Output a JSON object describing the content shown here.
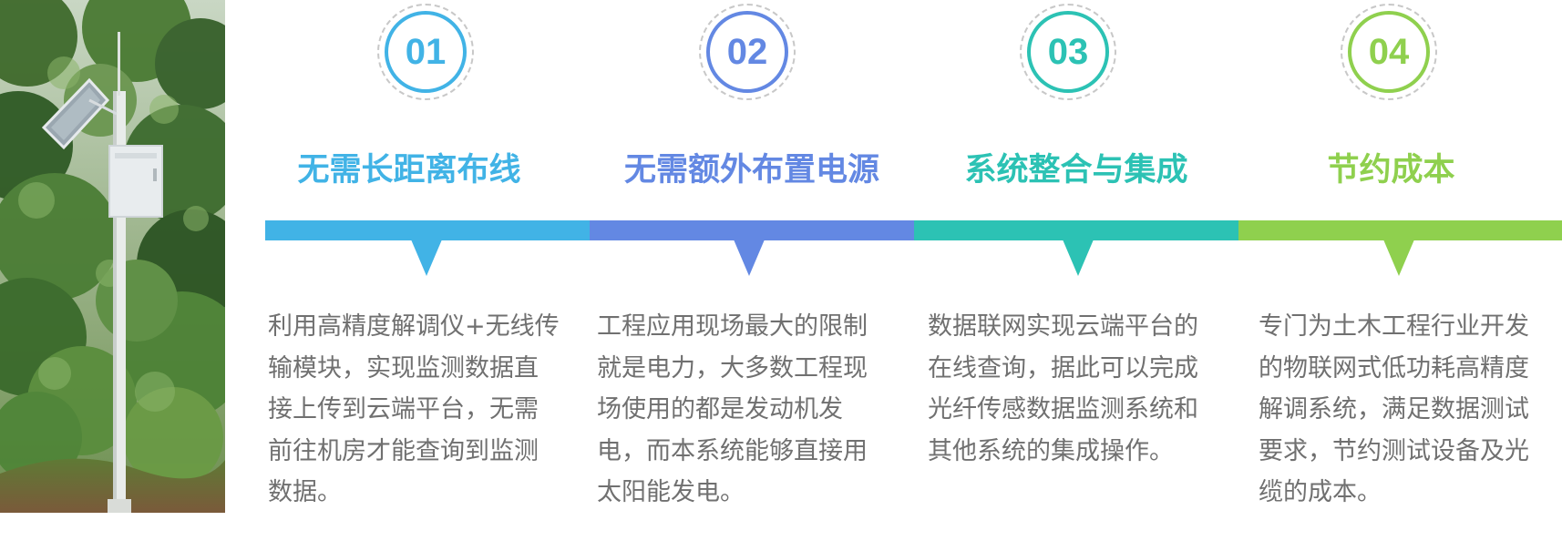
{
  "features": [
    {
      "num": "01",
      "title": "无需长距离布线",
      "color": "#41b3e6",
      "desc": "利用高精度解调仪+无线传输模块，实现监测数据直接上传到云端平台，无需前往机房才能查询到监测数据。"
    },
    {
      "num": "02",
      "title": "无需额外布置电源",
      "color": "#6388e3",
      "desc": "工程应用现场最大的限制就是电力，大多数工程现场使用的都是发动机发电，而本系统能够直接用太阳能发电。"
    },
    {
      "num": "03",
      "title": "系统整合与集成",
      "color": "#2cc2b4",
      "desc": "数据联网实现云端平台的在线查询，据此可以完成光纤传感数据监测系统和其他系统的集成操作。"
    },
    {
      "num": "04",
      "title": "节约成本",
      "color": "#8fd04e",
      "desc": "专门为土木工程行业开发的物联网式低功耗高精度解调系统，满足数据测试要求，节约测试设备及光缆的成本。"
    }
  ]
}
